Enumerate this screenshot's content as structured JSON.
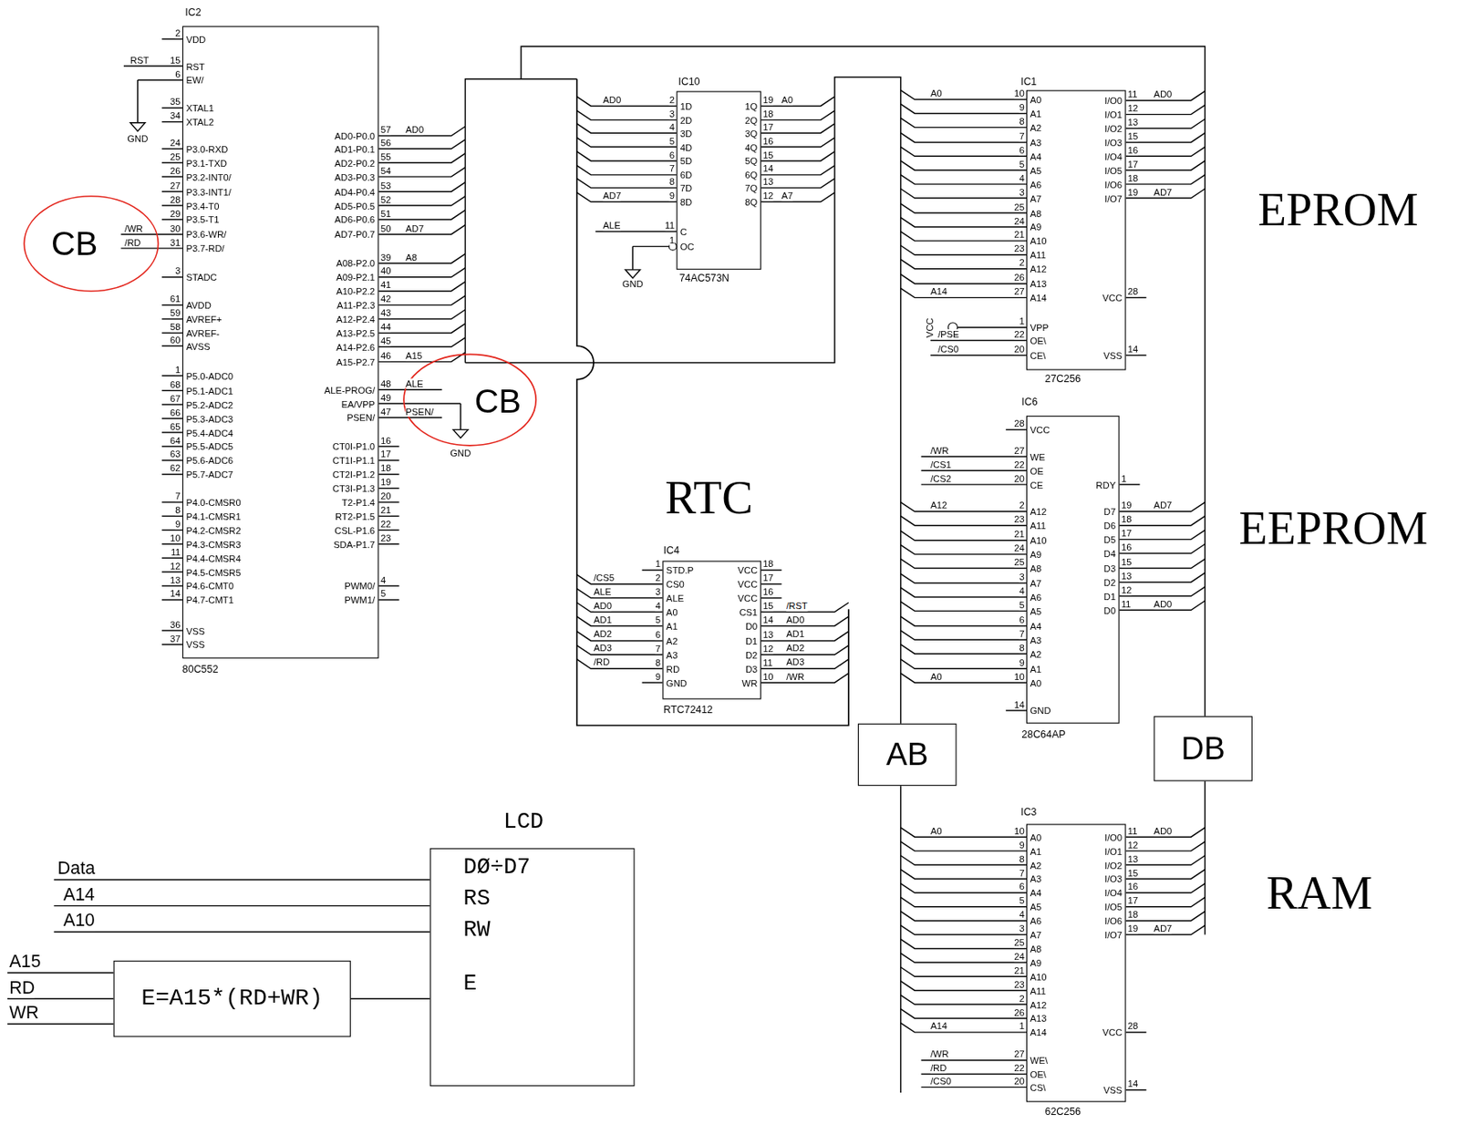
{
  "diagram": {
    "nodes": [
      {
        "text": [
          "IC2",
          "80C552",
          "VDD",
          "RST",
          "EW/",
          "XTAL1",
          "XTAL2",
          "P3.0-RXD",
          "P3.1-TXD",
          "P3.2-INT0/",
          "P3.3-INT1/",
          "P3.4-T0",
          "P3.5-T1",
          "P3.6-WR/",
          "P3.7-RD/",
          "STADC",
          "AVDD",
          "AVREF+",
          "AVREF-",
          "AVSS",
          "P5.0-ADC0",
          "P5.1-ADC1",
          "P5.2-ADC2",
          "P5.3-ADC3",
          "P5.4-ADC4",
          "P5.5-ADC5",
          "P5.6-ADC6",
          "P5.7-ADC7",
          "P4.0-CMSR0",
          "P4.1-CMSR1",
          "P4.2-CMSR2",
          "P4.3-CMSR3",
          "P4.4-CMSR4",
          "P4.5-CMSR5",
          "P4.6-CMT0",
          "P4.7-CMT1",
          "VSS",
          "VSS",
          "AD0-P0.0",
          "AD1-P0.1",
          "AD2-P0.2",
          "AD3-P0.3",
          "AD4-P0.4",
          "AD5-P0.5",
          "AD6-P0.6",
          "AD7-P0.7",
          "A08-P2.0",
          "A09-P2.1",
          "A10-P2.2",
          "A11-P2.3",
          "A12-P2.4",
          "A13-P2.5",
          "A14-P2.6",
          "A15-P2.7",
          "ALE-PROG/",
          "EA/VPP",
          "PSEN/",
          "CT0I-P1.0",
          "CT1I-P1.1",
          "CT2I-P1.2",
          "CT3I-P1.3",
          "T2-P1.4",
          "RT2-P1.5",
          "CSL-P1.6",
          "SDA-P1.7",
          "PWM0/",
          "PWM1/"
        ]
      },
      {
        "text": [
          "CB"
        ]
      },
      {
        "text": [
          "IC10",
          "74AC573N",
          "1D",
          "2D",
          "3D",
          "4D",
          "5D",
          "6D",
          "7D",
          "8D",
          "C",
          "OC",
          "1Q",
          "2Q",
          "3Q",
          "4Q",
          "5Q",
          "6Q",
          "7Q",
          "8Q"
        ]
      },
      {
        "text": [
          "IC1",
          "27C256",
          "A0",
          "A1",
          "A2",
          "A3",
          "A4",
          "A5",
          "A6",
          "A7",
          "A8",
          "A9",
          "A10",
          "A11",
          "A12",
          "A13",
          "A14",
          "VPP",
          "OE\\",
          "CE\\",
          "I/O0",
          "I/O1",
          "I/O2",
          "I/O3",
          "I/O4",
          "I/O5",
          "I/O6",
          "I/O7",
          "VCC",
          "VSS"
        ]
      },
      {
        "text": [
          "CB"
        ]
      },
      {
        "text": [
          "IC6",
          "28C64AP",
          "VCC",
          "WE",
          "OE",
          "CE",
          "A12",
          "A11",
          "A10",
          "A9",
          "A8",
          "A7",
          "A6",
          "A5",
          "A4",
          "A3",
          "A2",
          "A1",
          "A0",
          "GND",
          "RDY",
          "D7",
          "D6",
          "D5",
          "D4",
          "D3",
          "D2",
          "D1",
          "D0"
        ]
      },
      {
        "text": [
          "IC4",
          "RTC72412",
          "STD.P",
          "CS0",
          "ALE",
          "A0",
          "A1",
          "A2",
          "A3",
          "RD",
          "GND",
          "VCC",
          "VCC",
          "VCC",
          "CS1",
          "D0",
          "D1",
          "D2",
          "D3",
          "WR"
        ]
      },
      {
        "text": [
          "AB"
        ]
      },
      {
        "text": [
          "DB"
        ]
      },
      {
        "text": [
          "LCD",
          "DØ÷D7",
          "RS",
          "RW",
          "E"
        ]
      },
      {
        "text": [
          "E=A15*(RD+WR)"
        ]
      },
      {
        "text": [
          "IC3",
          "62C256",
          "A0",
          "A1",
          "A2",
          "A3",
          "A4",
          "A5",
          "A6",
          "A7",
          "A8",
          "A9",
          "A10",
          "A11",
          "A12",
          "A13",
          "A14",
          "WE\\",
          "OE\\",
          "CS\\",
          "I/O0",
          "I/O1",
          "I/O2",
          "I/O3",
          "I/O4",
          "I/O5",
          "I/O6",
          "I/O7",
          "VCC",
          "VSS"
        ]
      }
    ],
    "edges": [
      {
        "from": 10,
        "to": 9,
        "arrow": "none"
      }
    ],
    "labels": [
      "2",
      "15",
      "6",
      "35",
      "34",
      "24",
      "25",
      "26",
      "27",
      "28",
      "29",
      "30",
      "31",
      "3",
      "61",
      "59",
      "58",
      "60",
      "1",
      "68",
      "67",
      "66",
      "65",
      "64",
      "63",
      "62",
      "7",
      "8",
      "9",
      "10",
      "11",
      "12",
      "13",
      "14",
      "36",
      "37",
      "57",
      "56",
      "55",
      "54",
      "53",
      "52",
      "51",
      "50",
      "39",
      "40",
      "41",
      "42",
      "43",
      "44",
      "45",
      "46",
      "48",
      "49",
      "47",
      "16",
      "17",
      "18",
      "19",
      "20",
      "21",
      "22",
      "23",
      "4",
      "5",
      "2",
      "3",
      "4",
      "5",
      "6",
      "7",
      "8",
      "9",
      "11",
      "1",
      "19",
      "18",
      "17",
      "16",
      "15",
      "14",
      "13",
      "12",
      "10",
      "9",
      "8",
      "7",
      "6",
      "5",
      "4",
      "3",
      "25",
      "24",
      "21",
      "23",
      "2",
      "26",
      "27",
      "1",
      "22",
      "20",
      "11",
      "12",
      "13",
      "15",
      "16",
      "17",
      "18",
      "19",
      "28",
      "14",
      "28",
      "27",
      "22",
      "20",
      "2",
      "23",
      "21",
      "24",
      "25",
      "3",
      "4",
      "5",
      "6",
      "7",
      "8",
      "9",
      "10",
      "14",
      "1",
      "19",
      "18",
      "17",
      "16",
      "15",
      "13",
      "12",
      "11",
      "10",
      "9",
      "8",
      "7",
      "6",
      "5",
      "4",
      "3",
      "25",
      "24",
      "21",
      "23",
      "2",
      "26",
      "1",
      "27",
      "22",
      "20",
      "11",
      "12",
      "13",
      "15",
      "16",
      "17",
      "18",
      "19",
      "28",
      "14",
      "1",
      "2",
      "3",
      "4",
      "5",
      "6",
      "7",
      "8",
      "9",
      "18",
      "17",
      "16",
      "15",
      "14",
      "13",
      "12",
      "11",
      "10",
      "RST",
      "GND",
      "/WR",
      "/RD",
      "AD0",
      "AD7",
      "A8",
      "A15",
      "ALE",
      "PSEN/",
      "GND",
      "AD0",
      "AD7",
      "ALE",
      "GND",
      "A0",
      "A7",
      "A0",
      "A14",
      "VCC",
      "/PSE",
      "/CS0",
      "AD0",
      "AD7",
      "/WR",
      "/CS1",
      "/CS2",
      "A12",
      "A0",
      "AD7",
      "AD0",
      "/CS5",
      "ALE",
      "AD0",
      "AD1",
      "AD2",
      "AD3",
      "/RD",
      "/RST",
      "AD0",
      "AD1",
      "AD2",
      "AD3",
      "/WR",
      "A0",
      "A14",
      "/WR",
      "/RD",
      "/CS0",
      "AD0",
      "AD7",
      "EPROM",
      "RTC",
      "EEPROM",
      "RAM",
      "Data",
      "A14",
      "A10",
      "A15",
      "RD",
      "WR"
    ]
  }
}
